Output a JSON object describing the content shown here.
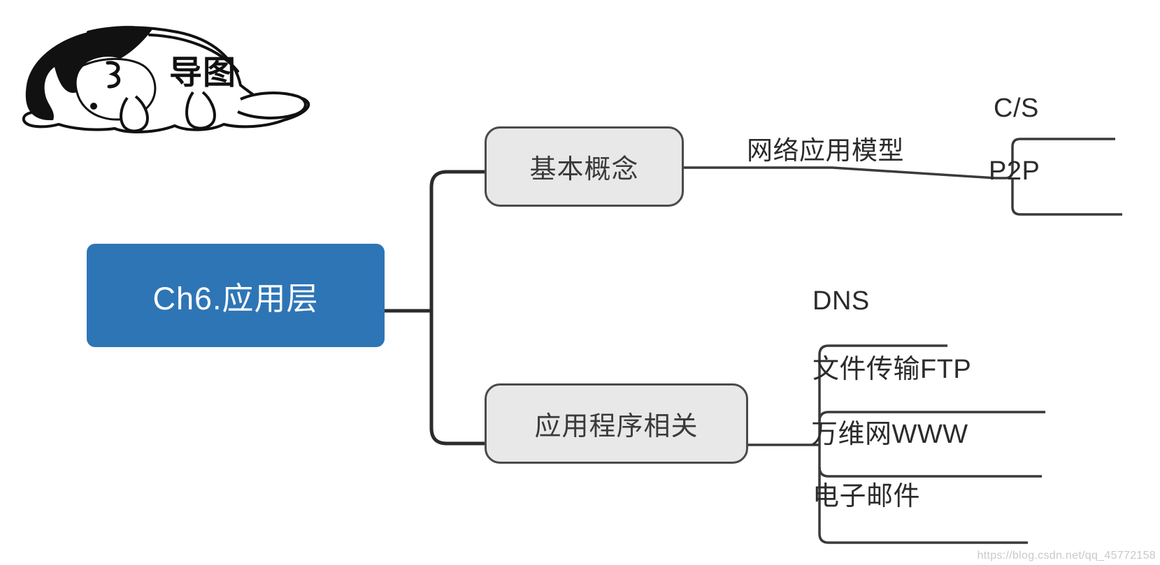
{
  "mascot": {
    "label": "导图",
    "icon": "sleeping-cat-doodle"
  },
  "mindmap": {
    "root": {
      "label": "Ch6.应用层",
      "color": "#2E75B6",
      "text_color": "#FFFFFF"
    },
    "branches": [
      {
        "label": "基本概念",
        "fill": "#E8E8E8",
        "border": "#4A4A4A",
        "connector_label": "网络应用模型",
        "children": [
          "C/S",
          "P2P"
        ]
      },
      {
        "label": "应用程序相关",
        "fill": "#E8E8E8",
        "border": "#4A4A4A",
        "connector_label": "",
        "children": [
          "DNS",
          "文件传输FTP",
          "万维网WWW",
          "电子邮件"
        ]
      }
    ]
  },
  "watermark": {
    "text": "https://blog.csdn.net/qq_45772158"
  }
}
